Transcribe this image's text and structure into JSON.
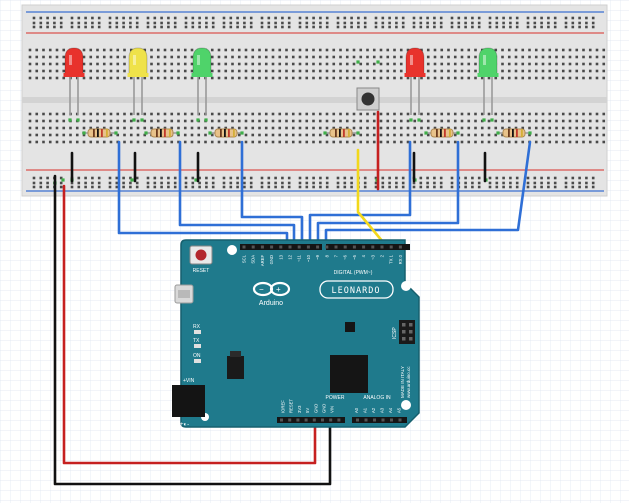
{
  "colors": {
    "grid_bg": "#ffffff",
    "grid_line": "#dde4f0",
    "breadboard": "#e4e4e4",
    "breadboard_rail_red": "#d9534f",
    "breadboard_rail_blue": "#3b6fd1",
    "hole": "#4a4a4a",
    "hole_active": "#3fae49",
    "arduino_board": "#1f7a8c",
    "arduino_edge": "#17606e",
    "wire_blue": "#2f6fd6",
    "wire_red": "#c62020",
    "wire_black": "#111111",
    "wire_yellow": "#f2d81b",
    "led_red": "#e8322c",
    "led_yellow": "#efe24a",
    "led_green": "#4fd36a",
    "resistor_body": "#e8c28a"
  },
  "leds": [
    {
      "color": "red"
    },
    {
      "color": "yellow"
    },
    {
      "color": "green"
    },
    {
      "color": "red"
    },
    {
      "color": "green"
    }
  ],
  "board": {
    "model_label": "LEONARDO",
    "brand_label": "Arduino",
    "reset_label": "RESET",
    "digital_label": "DIGITAL (PWM~)",
    "power_label": "POWER",
    "analog_label": "ANALOG IN",
    "icsp_label": "ICSP",
    "vin_label": "+VIN",
    "rx_label": "RX",
    "tx_label": "TX",
    "on_label": "ON",
    "url_label": "www.arduino.cc",
    "made_label": "MADE IN ITALY",
    "digital_pins": [
      "SCL",
      "SDA",
      "AREF",
      "GND",
      "13",
      "12",
      "~11",
      "~10",
      "~9",
      "8",
      "7",
      "~6",
      "~5",
      "4",
      "~3",
      "2",
      "TX 1",
      "RX 0"
    ],
    "power_pins": [
      "IOREF",
      "RESET",
      "3V3",
      "5V",
      "GND",
      "GND",
      "VIN"
    ],
    "analog_pins": [
      "A0",
      "A1",
      "A2",
      "A3",
      "A4",
      "A5"
    ]
  }
}
